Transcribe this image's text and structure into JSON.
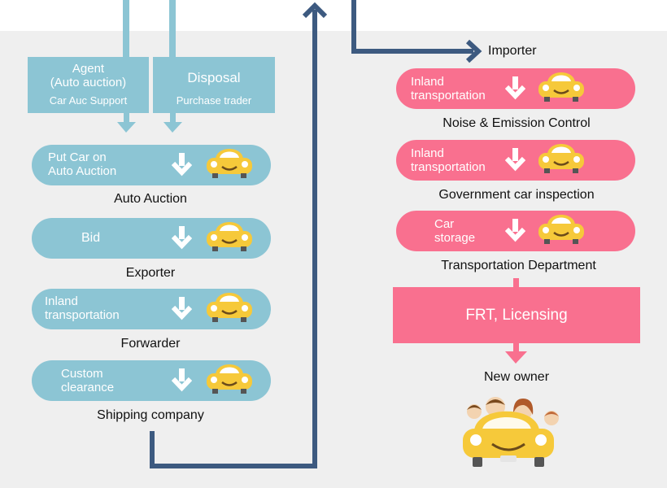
{
  "agent_box": {
    "title": "Agent",
    "subtitle": "(Auto auction)",
    "sub2": "Car Auc Support"
  },
  "disposal_box": {
    "title": "Disposal",
    "sub": "Purchase trader"
  },
  "left_steps": [
    {
      "line1": "Put Car on",
      "line2": "Auto Auction",
      "caption": "Auto Auction"
    },
    {
      "line1": "Bid",
      "line2": "",
      "caption": "Exporter"
    },
    {
      "line1": "Inland",
      "line2": "transportation",
      "caption": "Forwarder"
    },
    {
      "line1": "Custom",
      "line2": "clearance",
      "caption": "Shipping company"
    }
  ],
  "importer_label": "Importer",
  "right_steps": [
    {
      "line1": "Inland",
      "line2": "transportation",
      "caption": "Noise & Emission Control"
    },
    {
      "line1": "Inland",
      "line2": "transportation",
      "caption": "Government car inspection"
    },
    {
      "line1": "Car",
      "line2": "storage",
      "caption": "Transportation Department"
    }
  ],
  "licensing_label": "FRT, Licensing",
  "new_owner_label": "New owner",
  "colors": {
    "blue": "#8cc5d4",
    "pink": "#f9708f",
    "navy": "#3d5a80",
    "car_yellow": "#f6c93a"
  },
  "icons": [
    "down-arrow-icon",
    "car-icon",
    "family-car-icon"
  ]
}
